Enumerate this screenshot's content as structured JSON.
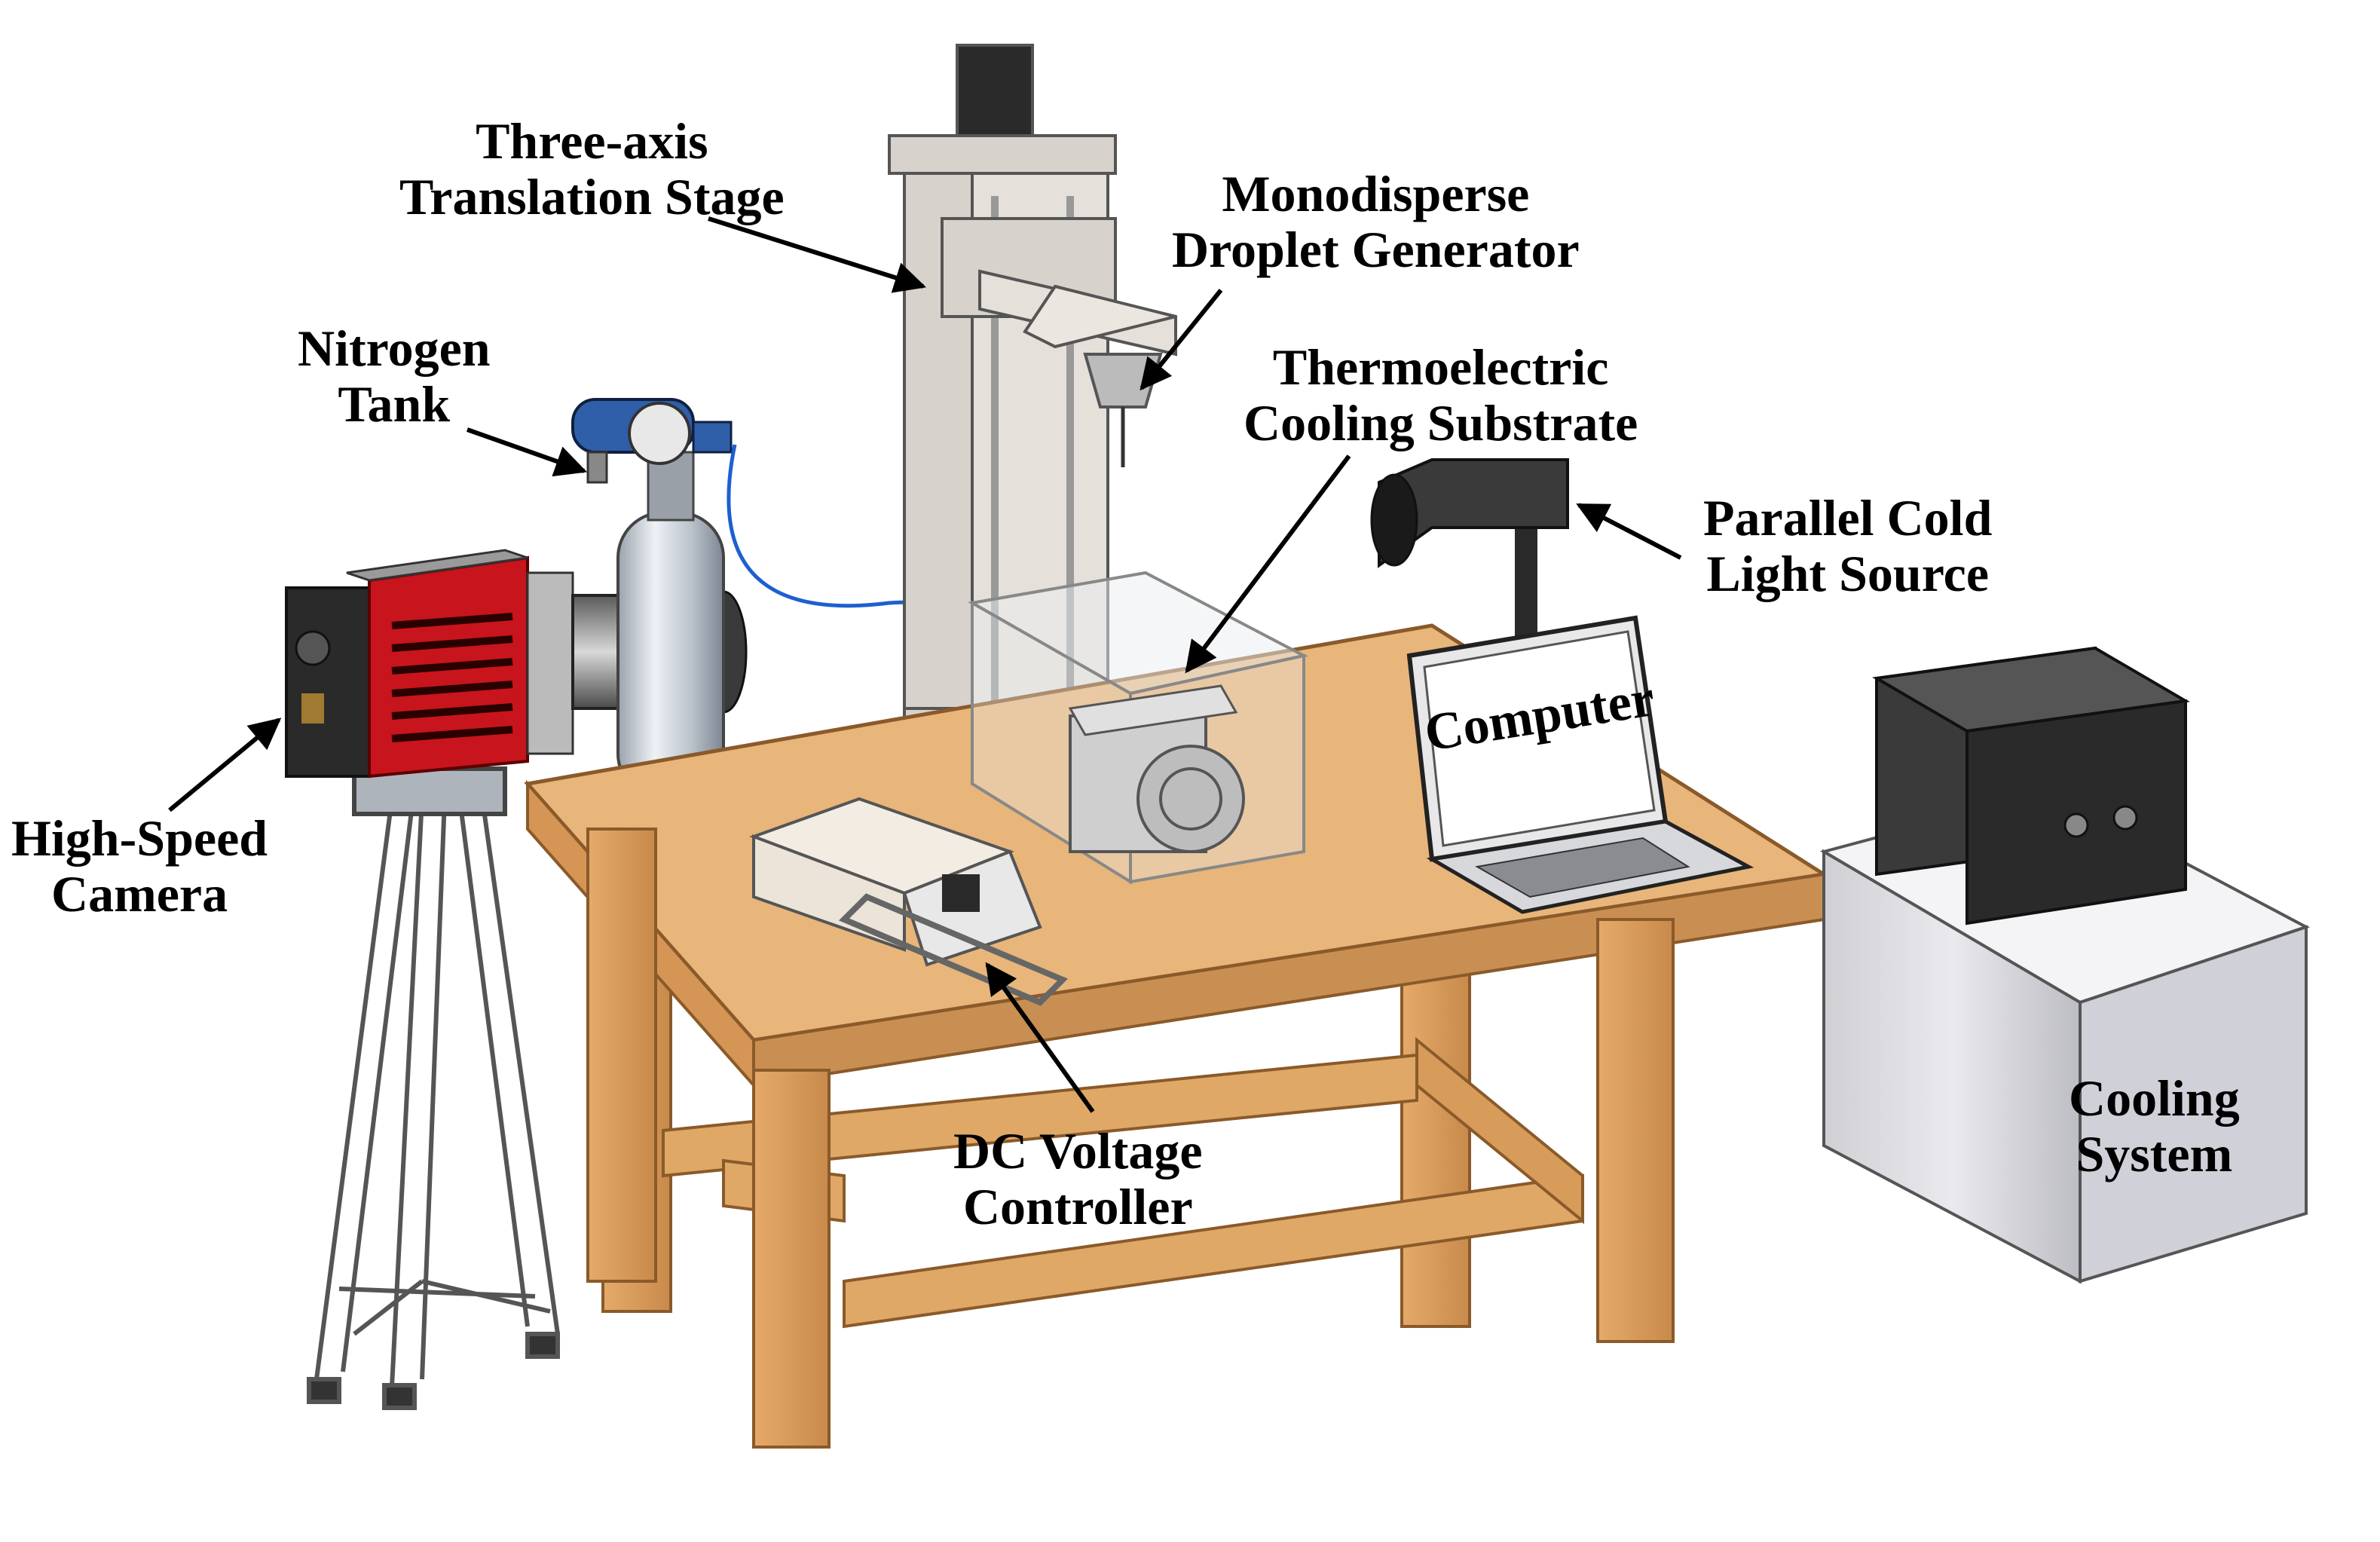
{
  "labels": {
    "three_axis": [
      "Three-axis",
      "Translation Stage"
    ],
    "droplet_generator": [
      "Monodisperse",
      "Droplet Generator"
    ],
    "nitrogen_tank": [
      "Nitrogen",
      "Tank"
    ],
    "cooling_substrate": [
      "Thermoelectric",
      "Cooling Substrate"
    ],
    "light_source": [
      "Parallel Cold",
      "Light Source"
    ],
    "camera": [
      "High-Speed",
      "Camera"
    ],
    "dc_controller": [
      "DC Voltage",
      "Controller"
    ],
    "cooling_system": [
      "Cooling",
      "System"
    ]
  },
  "screen_text": "Computer",
  "colors": {
    "wood": "#e8b57a",
    "wood_dark": "#c98f52",
    "camera_red": "#c8141c",
    "tank_blue": "#2f5fa8",
    "hose_blue": "#1e5fd0",
    "frame_grey": "#d8d2cc"
  }
}
